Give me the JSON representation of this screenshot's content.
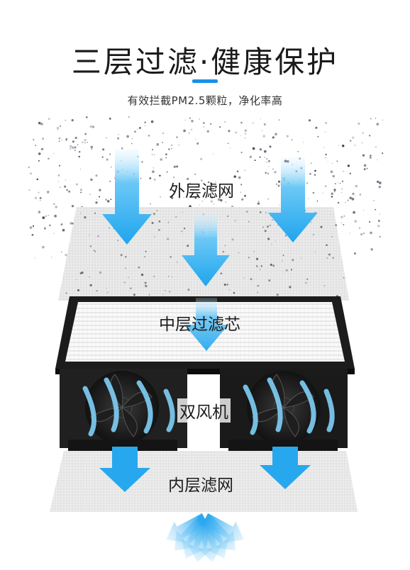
{
  "header": {
    "title": "三层过滤·健康保护",
    "subtitle": "有效拦截PM2.5颗粒，净化率高"
  },
  "layers": {
    "outer_filter": "外层滤网",
    "middle_filter": "中层过滤芯",
    "fans": "双风机",
    "inner_filter": "内层滤网"
  },
  "colors": {
    "accent": "#1a8fe6",
    "arrow": "#3ab4f2",
    "filter_sheet": "#dcdde2",
    "frame": "#1c1c1c",
    "text": "#1c1c1c"
  },
  "icons": {
    "airflow": "arrow-down-icon",
    "outflow": "diffuse-arrows-icon",
    "fan": "fan-icon"
  }
}
